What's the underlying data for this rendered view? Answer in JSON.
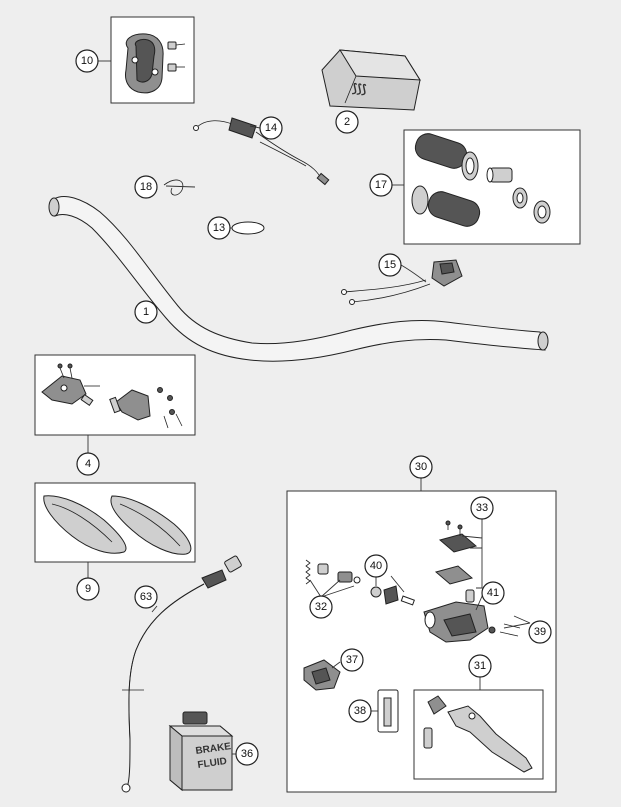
{
  "callouts": [
    {
      "id": "callout-10",
      "text": "10"
    },
    {
      "id": "callout-2",
      "text": "2"
    },
    {
      "id": "callout-14",
      "text": "14"
    },
    {
      "id": "callout-18",
      "text": "18"
    },
    {
      "id": "callout-17",
      "text": "17"
    },
    {
      "id": "callout-13",
      "text": "13"
    },
    {
      "id": "callout-15",
      "text": "15"
    },
    {
      "id": "callout-1",
      "text": "1"
    },
    {
      "id": "callout-4",
      "text": "4"
    },
    {
      "id": "callout-30",
      "text": "30"
    },
    {
      "id": "callout-33",
      "text": "33"
    },
    {
      "id": "callout-9",
      "text": "9"
    },
    {
      "id": "callout-63",
      "text": "63"
    },
    {
      "id": "callout-40",
      "text": "40"
    },
    {
      "id": "callout-32",
      "text": "32"
    },
    {
      "id": "callout-41",
      "text": "41"
    },
    {
      "id": "callout-39",
      "text": "39"
    },
    {
      "id": "callout-37",
      "text": "37"
    },
    {
      "id": "callout-31",
      "text": "31"
    },
    {
      "id": "callout-38",
      "text": "38"
    },
    {
      "id": "callout-36",
      "text": "36"
    }
  ],
  "brake_fluid_label": {
    "line1": "BRAKE",
    "line2": "FLUID"
  },
  "colors": {
    "background": "#eeeeee",
    "box_fill": "#ffffff",
    "line": "#222222",
    "part_dark": "#555555",
    "part_mid": "#8f8f8f",
    "part_light": "#cfcfcf"
  }
}
